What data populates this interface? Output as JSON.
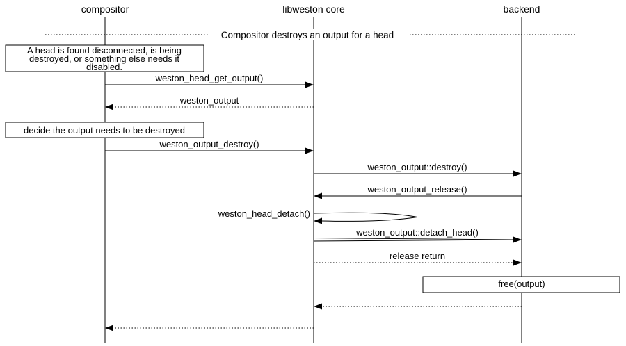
{
  "diagram": {
    "actors": [
      {
        "label": "compositor"
      },
      {
        "label": "libweston core"
      },
      {
        "label": "backend"
      }
    ],
    "divider": {
      "label": "Compositor destroys an output for a head"
    },
    "notes": [
      {
        "lines": [
          "A head is found disconnected, is being",
          "destroyed, or something else needs it",
          "disabled."
        ]
      },
      {
        "lines": [
          "decide the output needs to be destroyed"
        ]
      }
    ],
    "messages": [
      {
        "label": "weston_head_get_output()",
        "from": "compositor",
        "to": "libweston core",
        "style": "solid"
      },
      {
        "label": "weston_output",
        "from": "libweston core",
        "to": "compositor",
        "style": "dotted"
      },
      {
        "label": "weston_output_destroy()",
        "from": "compositor",
        "to": "libweston core",
        "style": "solid"
      },
      {
        "label": "weston_output::destroy()",
        "from": "libweston core",
        "to": "backend",
        "style": "solid"
      },
      {
        "label": "weston_output_release()",
        "from": "backend",
        "to": "libweston core",
        "style": "solid"
      },
      {
        "label": "weston_head_detach()",
        "from": "libweston core",
        "to": "libweston core",
        "style": "solid-self"
      },
      {
        "label": "weston_output::detach_head()",
        "from": "libweston core",
        "to": "backend",
        "style": "solid"
      },
      {
        "label": "release return",
        "from": "libweston core",
        "to": "backend",
        "style": "dotted"
      },
      {
        "label": "",
        "from": "backend",
        "to": "libweston core",
        "style": "dotted"
      },
      {
        "label": "",
        "from": "libweston core",
        "to": "compositor",
        "style": "dotted"
      }
    ],
    "action_box": {
      "label": "free(output)"
    },
    "colors": {
      "line": "#000000",
      "text": "#000000",
      "background": "#ffffff"
    }
  }
}
